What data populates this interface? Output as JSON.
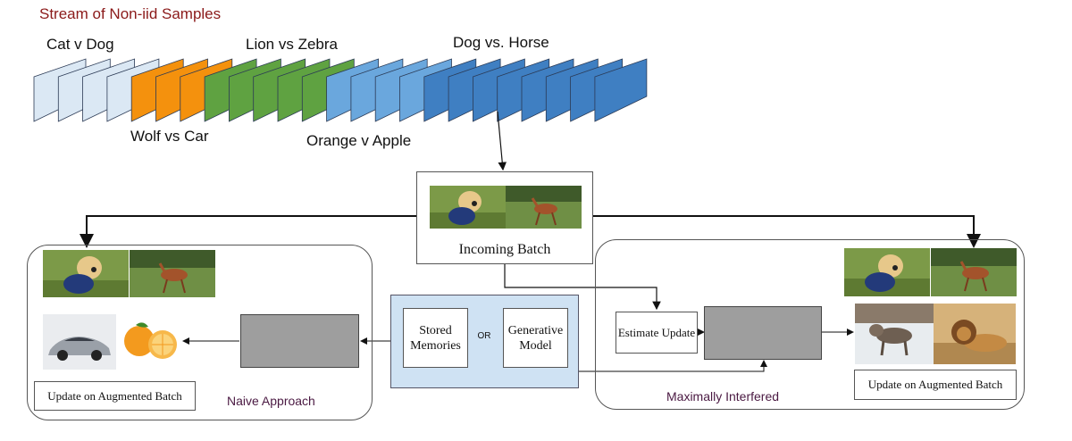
{
  "title": "Stream of Non-iid Samples",
  "groups": [
    {
      "label": "Cat v Dog",
      "color": "#dbe8f4",
      "count": 4
    },
    {
      "label": "Wolf vs Car",
      "color": "#f4910d",
      "count": 3
    },
    {
      "label": "Lion vs Zebra",
      "color": "#5fa241",
      "count": 5
    },
    {
      "label": "Orange v Apple",
      "color": "#6aa7dd",
      "count": 4
    },
    {
      "label": "Dog vs. Horse",
      "color": "#3f7fc2",
      "count": 8
    }
  ],
  "incoming_batch": {
    "label": "Incoming Batch"
  },
  "memory": {
    "stored": "Stored Memories",
    "or": "OR",
    "generative": "Generative Model"
  },
  "naive": {
    "caption": "Update on Augmented Batch",
    "label": "Naive Approach"
  },
  "mir": {
    "estimate": "Estimate Update",
    "caption": "Update on Augmented Batch",
    "label": "Maximally Interfered"
  },
  "icons": [
    "dog-photo",
    "deer-photo",
    "car-photo",
    "orange-photo",
    "wolf-photo",
    "lion-photo"
  ]
}
